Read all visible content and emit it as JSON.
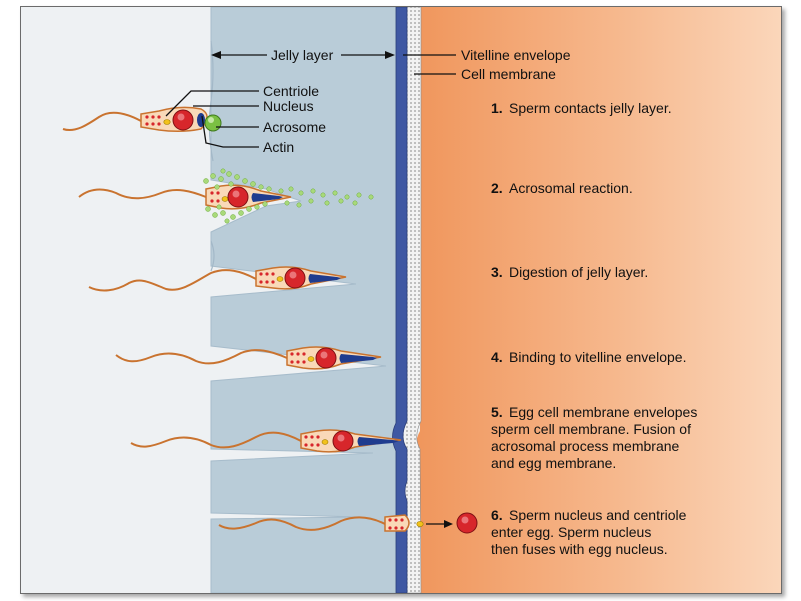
{
  "labels": {
    "jelly_layer": "Jelly layer",
    "vitelline_envelope": "Vitelline envelope",
    "cell_membrane": "Cell membrane",
    "centriole": "Centriole",
    "nucleus": "Nucleus",
    "acrosome": "Acrosome",
    "actin": "Actin"
  },
  "steps": [
    {
      "num": "1.",
      "lines": [
        "Sperm contacts jelly layer."
      ]
    },
    {
      "num": "2.",
      "lines": [
        "Acrosomal reaction."
      ]
    },
    {
      "num": "3.",
      "lines": [
        "Digestion of jelly layer."
      ]
    },
    {
      "num": "4.",
      "lines": [
        "Binding to vitelline envelope."
      ]
    },
    {
      "num": "5.",
      "lines": [
        "Egg cell membrane envelopes",
        "sperm cell membrane. Fusion of",
        "acrosomal process membrane",
        "and egg membrane."
      ]
    },
    {
      "num": "6.",
      "lines": [
        "Sperm nucleus and centriole",
        "enter egg. Sperm nucleus",
        "then fuses with egg nucleus."
      ]
    }
  ],
  "colors": {
    "jelly": "#b9ccd8",
    "background": "#eef1f3",
    "vitelline": "#3f58a3",
    "egg": "#f3a36e",
    "sperm_body": "#f9d9b8",
    "sperm_outline": "#c9732f",
    "nucleus": "#d7262b",
    "acrosome": "#7bc043",
    "actin": "#1f3c8f"
  }
}
